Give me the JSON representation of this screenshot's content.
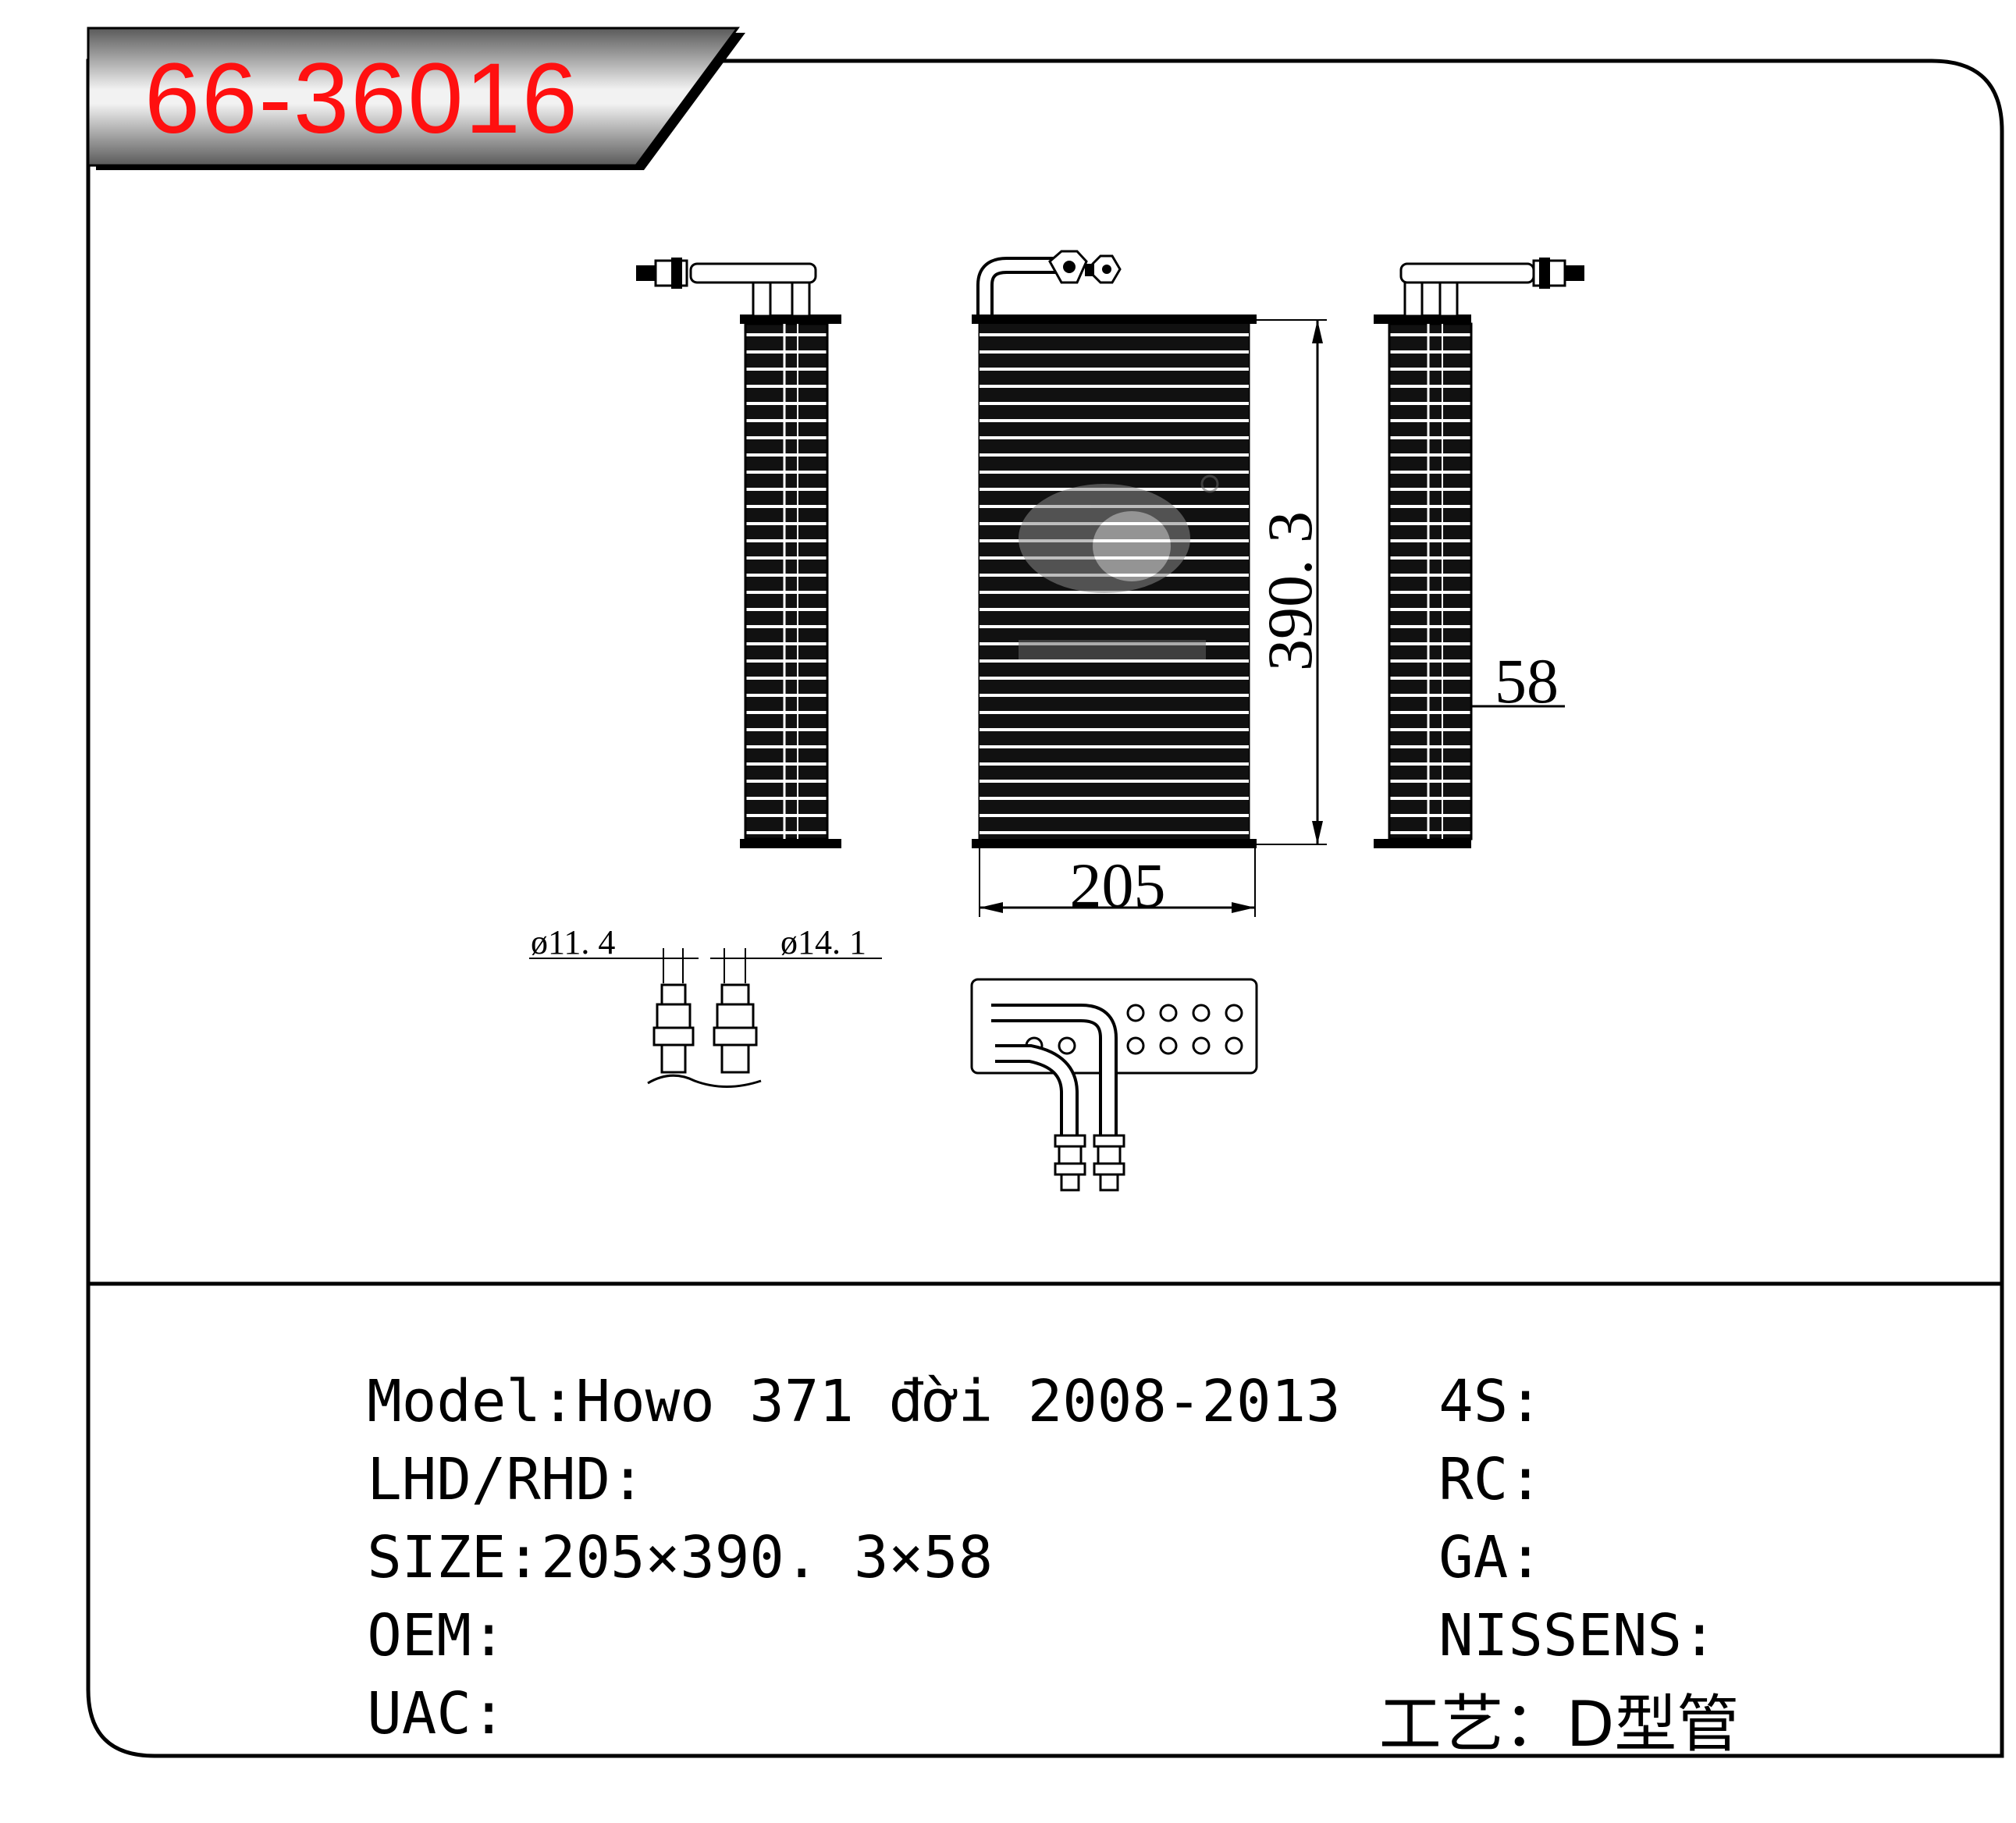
{
  "part_number": "66-36016",
  "colors": {
    "part_number": "#ff1010",
    "ink": "#000000",
    "tag_fill": "#7a7a7a"
  },
  "dimensions": {
    "width": "205",
    "height": "390. 3",
    "depth": "58",
    "inlet_diameter": "ø11. 4",
    "outlet_diameter": "ø14. 1"
  },
  "watermark_icon": "brand-logo-watermark",
  "specs_left": [
    {
      "label": "Model:",
      "value": "Howo 371 đời 2008-2013"
    },
    {
      "label": "LHD/RHD:",
      "value": ""
    },
    {
      "label": "SIZE:",
      "value": "205×390. 3×58"
    },
    {
      "label": "OEM:",
      "value": ""
    },
    {
      "label": "UAC:",
      "value": ""
    }
  ],
  "specs_right": [
    {
      "label": "4S:",
      "value": ""
    },
    {
      "label": "RC:",
      "value": ""
    },
    {
      "label": "GA:",
      "value": ""
    },
    {
      "label": "NISSENS:",
      "value": ""
    },
    {
      "label": "工艺：",
      "value": "D型管"
    }
  ]
}
